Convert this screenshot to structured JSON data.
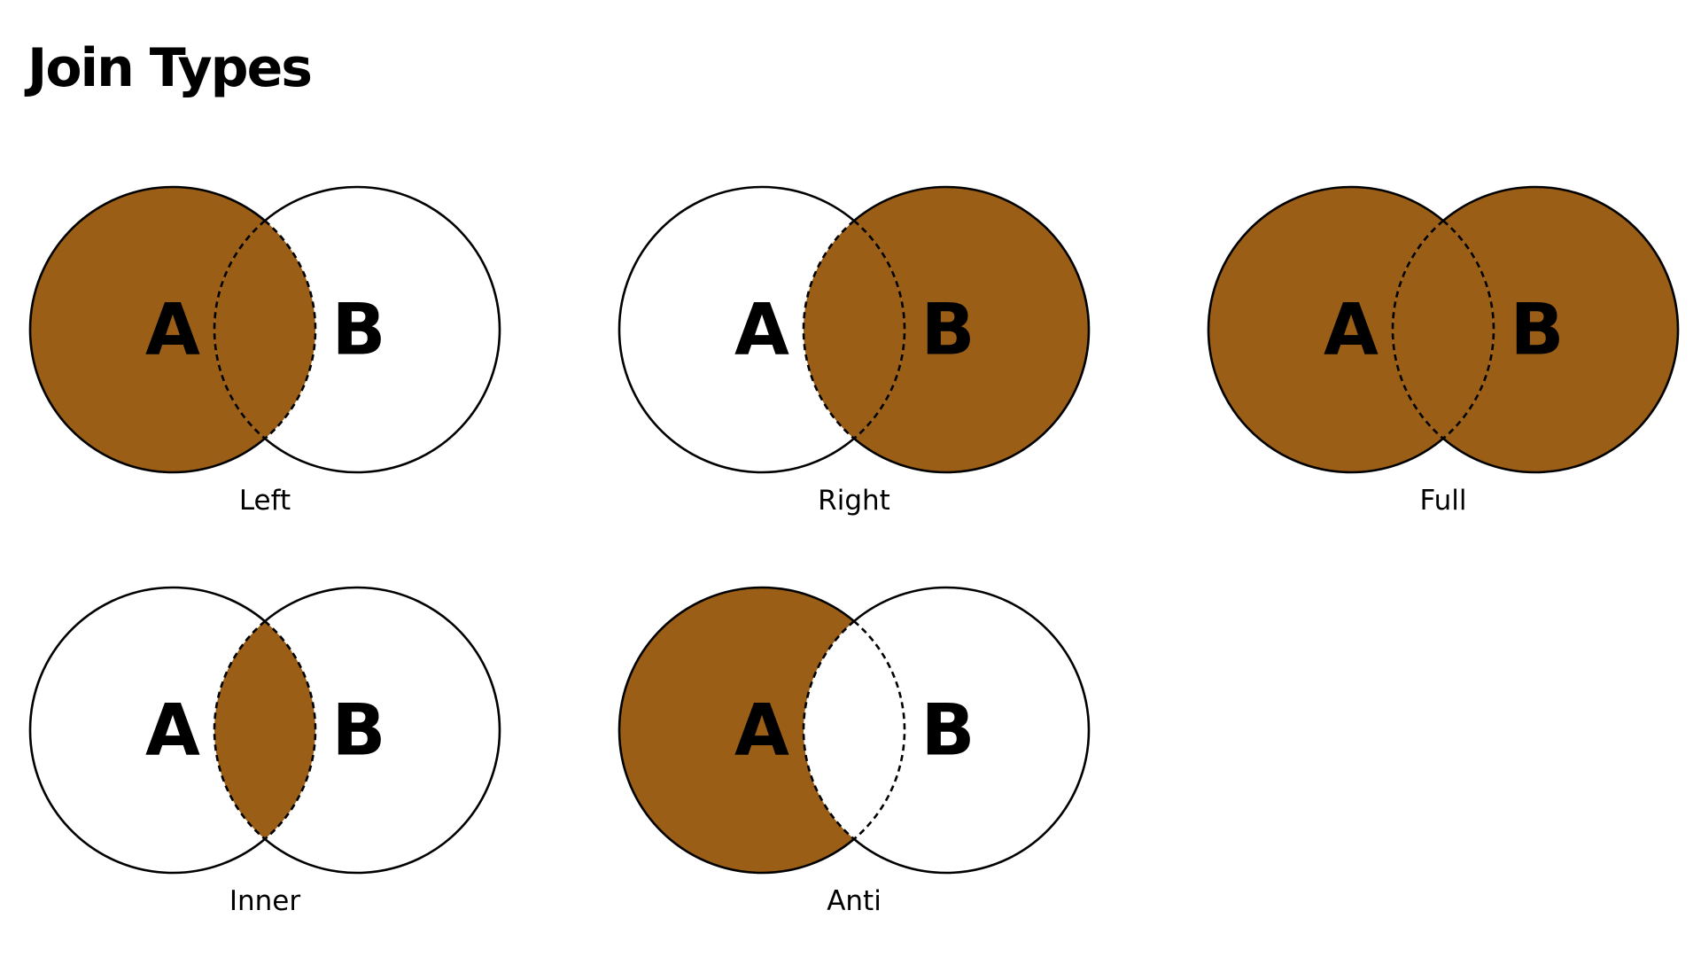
{
  "title": "Join Types",
  "colors": {
    "fill": "#9a5e16",
    "stroke": "#000000",
    "background": "#ffffff"
  },
  "diagrams": [
    {
      "name": "left",
      "label": "Left",
      "set_a": "A",
      "set_b": "B",
      "shaded": [
        "a_only",
        "intersection"
      ]
    },
    {
      "name": "right",
      "label": "Right",
      "set_a": "A",
      "set_b": "B",
      "shaded": [
        "intersection",
        "b_only"
      ]
    },
    {
      "name": "full",
      "label": "Full",
      "set_a": "A",
      "set_b": "B",
      "shaded": [
        "a_only",
        "intersection",
        "b_only"
      ]
    },
    {
      "name": "inner",
      "label": "Inner",
      "set_a": "A",
      "set_b": "B",
      "shaded": [
        "intersection"
      ]
    },
    {
      "name": "anti",
      "label": "Anti",
      "set_a": "A",
      "set_b": "B",
      "shaded": [
        "a_only"
      ]
    }
  ]
}
